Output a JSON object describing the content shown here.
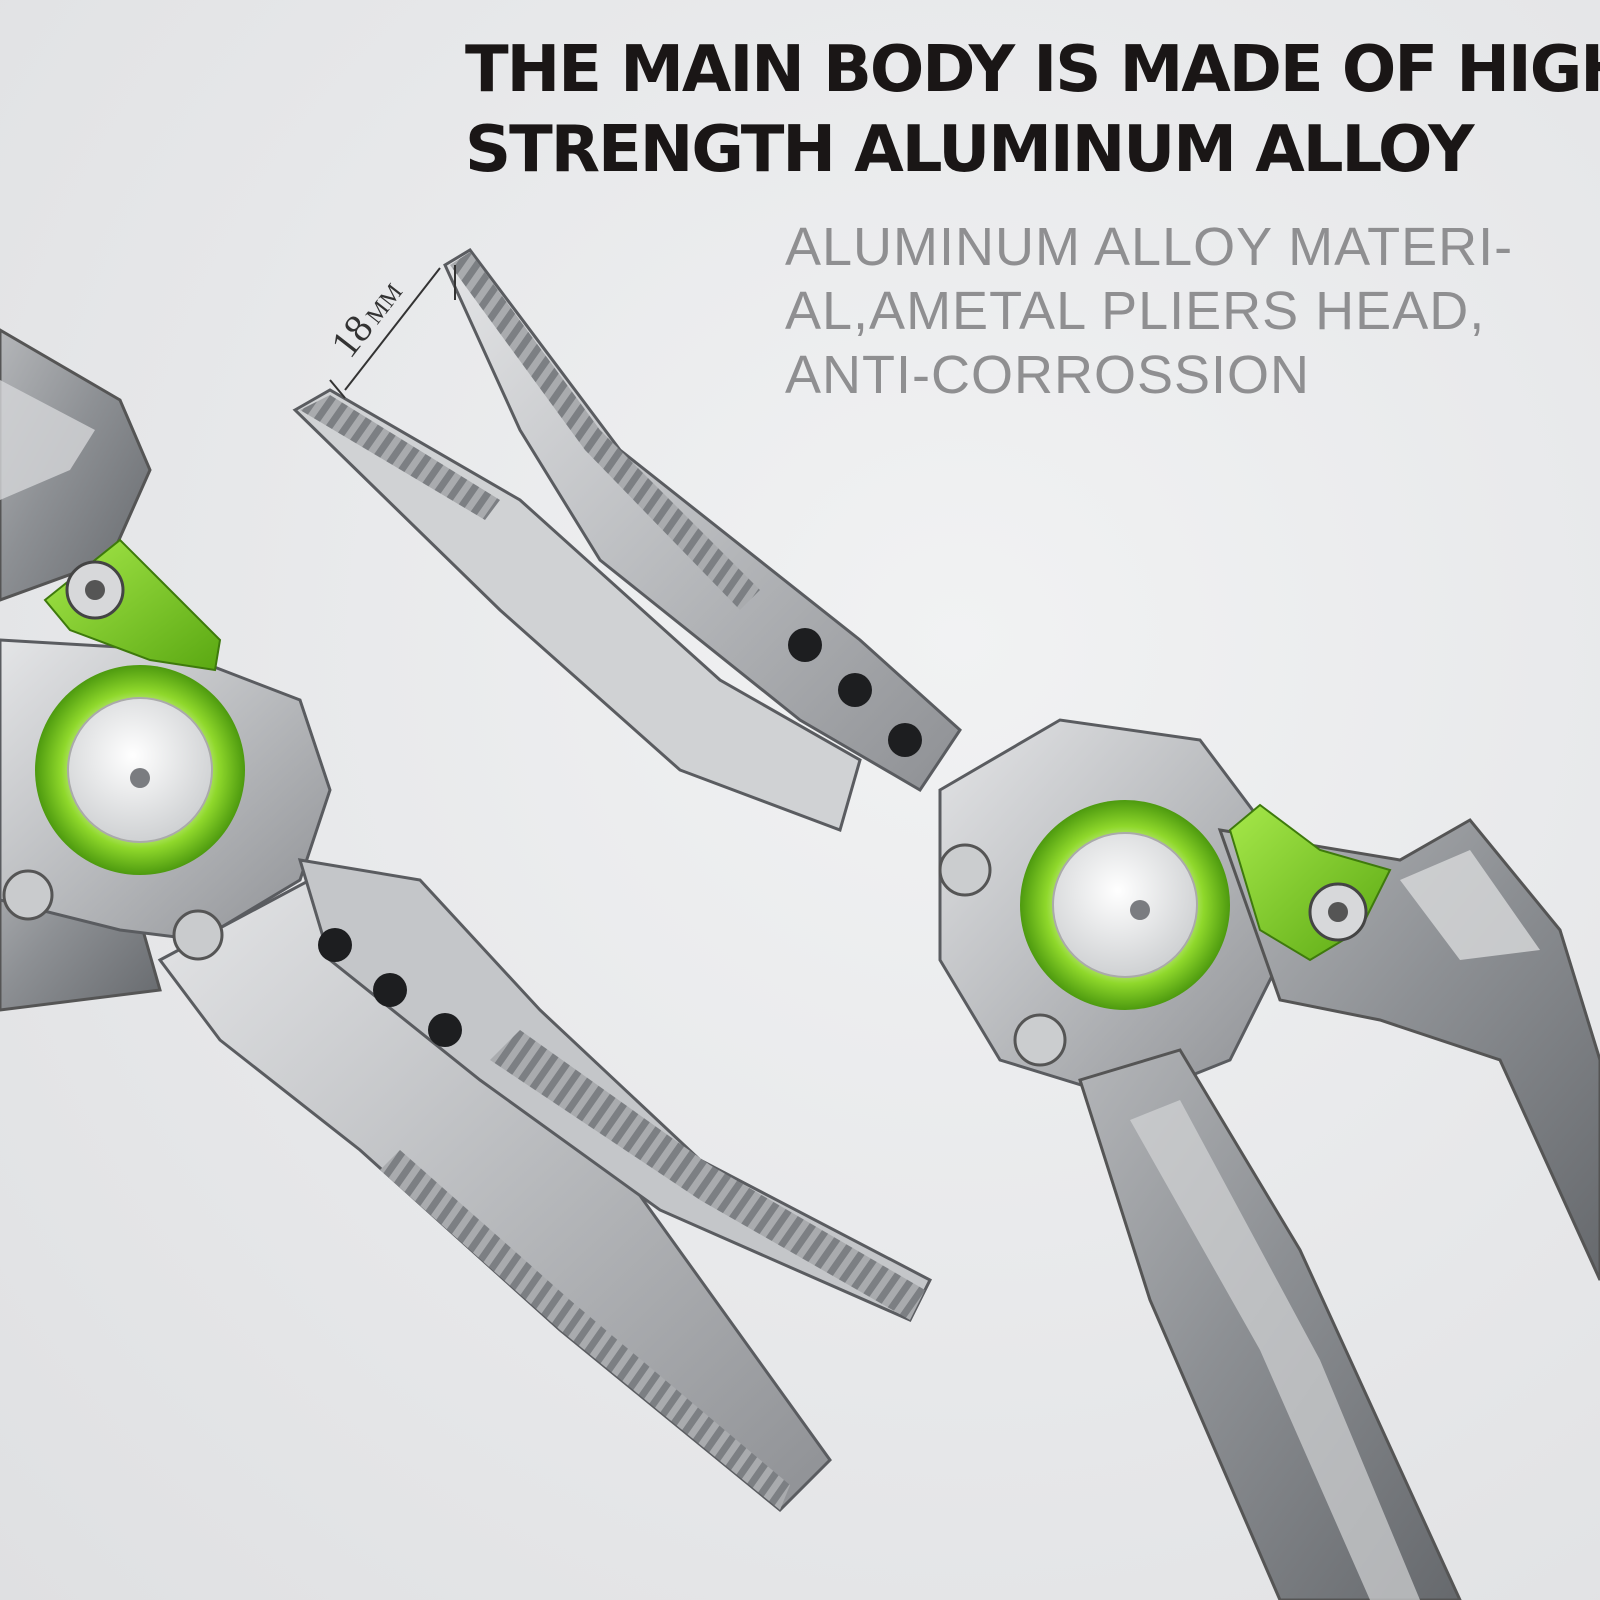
{
  "headline": {
    "line1": "THE MAIN BODY IS MADE OF HIGH",
    "line2": "STRENGTH ALUMINUM ALLOY"
  },
  "subtext": {
    "line1": "ALUMINUM ALLOY MATERI-",
    "line2": "AL,AMETAL PLIERS HEAD,",
    "line3": "ANTI-CORROSSION"
  },
  "dimension": {
    "value": "18",
    "unit": "MM"
  },
  "colors": {
    "accent_green": "#7ed321",
    "metal_light": "#cfd0d2",
    "metal_dark": "#5f6266",
    "text_dark": "#1a1616",
    "text_grey": "#8f8f91"
  }
}
